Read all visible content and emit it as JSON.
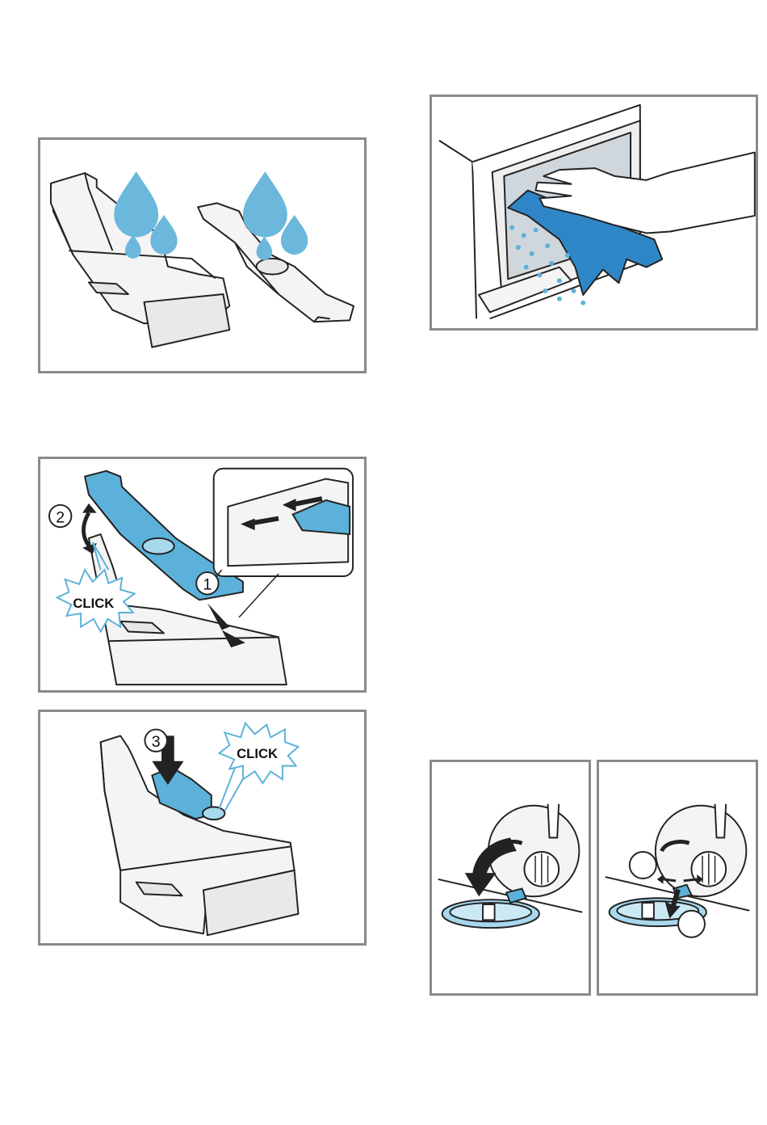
{
  "figures": {
    "fig2": {
      "step1": "1",
      "step2": "2",
      "click": "CLICK"
    },
    "fig3": {
      "step3": "3",
      "click": "CLICK"
    }
  },
  "colors": {
    "accent_blue": "#5bb1d9",
    "light_blue": "#a8d8ee",
    "outline": "#222222",
    "frame": "#8a8a8a",
    "plastic": "#f2f2f2"
  }
}
